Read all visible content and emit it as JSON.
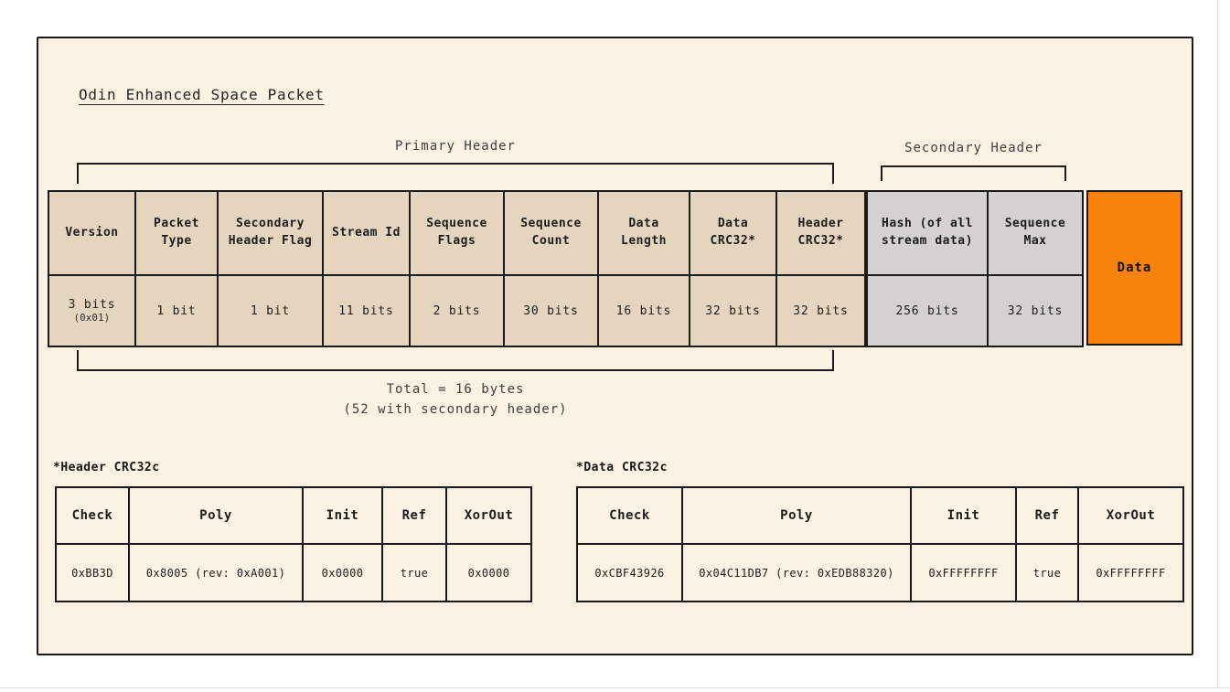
{
  "title": "Odin Enhanced Space Packet",
  "colors": {
    "page_bg": "#FFFFFF",
    "canvas_bg": "#FBF2E3",
    "primary_cell": "#E5D5BF",
    "secondary_cell": "#D3D2D0",
    "data_block": "#F9820D",
    "border": "#1A1A1A"
  },
  "packet": {
    "primary": {
      "label": "Primary Header",
      "fields": [
        {
          "name": "Version",
          "size": "3 bits",
          "note": "(0x01)"
        },
        {
          "name": "Packet Type",
          "size": "1 bit"
        },
        {
          "name": "Secondary Header Flag",
          "size": "1 bit"
        },
        {
          "name": "Stream Id",
          "size": "11 bits"
        },
        {
          "name": "Sequence Flags",
          "size": "2 bits"
        },
        {
          "name": "Sequence Count",
          "size": "30 bits"
        },
        {
          "name": "Data Length",
          "size": "16 bits"
        },
        {
          "name": "Data CRC32*",
          "size": "32 bits"
        },
        {
          "name": "Header CRC32*",
          "size": "32 bits"
        }
      ],
      "total_line1": "Total = 16 bytes",
      "total_line2": "(52 with secondary header)"
    },
    "secondary": {
      "label": "Secondary Header",
      "fields": [
        {
          "name": "Hash (of all stream data)",
          "size": "256 bits"
        },
        {
          "name": "Sequence Max",
          "size": "32 bits"
        }
      ]
    },
    "data": {
      "label": "Data"
    }
  },
  "crc": {
    "header": {
      "title": "*Header CRC32c",
      "columns": [
        "Check",
        "Poly",
        "Init",
        "Ref",
        "XorOut"
      ],
      "values": [
        "0xBB3D",
        "0x8005 (rev: 0xA001)",
        "0x0000",
        "true",
        "0x0000"
      ]
    },
    "data": {
      "title": "*Data CRC32c",
      "columns": [
        "Check",
        "Poly",
        "Init",
        "Ref",
        "XorOut"
      ],
      "values": [
        "0xCBF43926",
        "0x04C11DB7 (rev: 0xEDB88320)",
        "0xFFFFFFFF",
        "true",
        "0xFFFFFFFF"
      ]
    }
  }
}
